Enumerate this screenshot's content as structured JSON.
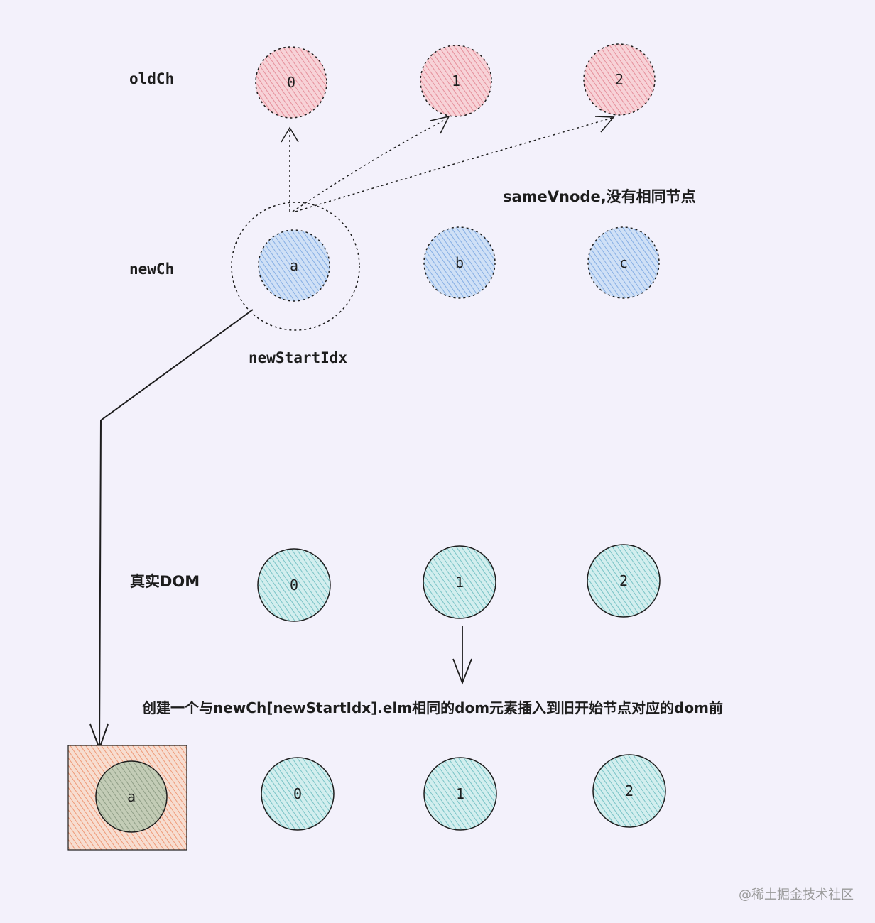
{
  "labels": {
    "old_row": "oldCh",
    "new_row": "newCh",
    "dom_row": "真实DOM",
    "start_idx": "newStartIdx",
    "compare_note": "sameVnode,没有相同节点",
    "create_note": "创建一个与newCh[newStartIdx].elm相同的dom元素插入到旧开始节点对应的dom前"
  },
  "old_nodes": [
    "0",
    "1",
    "2"
  ],
  "new_nodes": [
    "a",
    "b",
    "c"
  ],
  "dom_nodes": [
    "0",
    "1",
    "2"
  ],
  "result_nodes": {
    "inserted": "a",
    "existing": [
      "0",
      "1",
      "2"
    ]
  },
  "watermark": "@稀土掘金技术社区",
  "colors": {
    "background": "#f3f1fb",
    "old_fill": "#f2b8c0",
    "new_fill": "#a9c8ee",
    "dom_fill": "#a9dcdc",
    "inserted_box": "#f3c9b5",
    "inserted_node": "#a7b59f",
    "stroke": "#1d1d1d"
  }
}
